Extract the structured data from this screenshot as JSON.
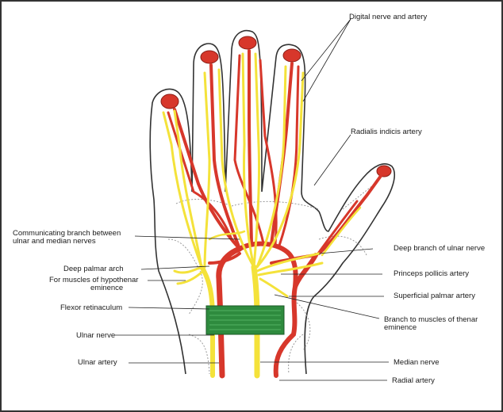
{
  "colors": {
    "outline": "#333333",
    "artery": "#d7372b",
    "artery_edge": "#8a1f17",
    "nerve": "#f4e23a",
    "nerve_edge": "#b59a10",
    "retinaculum": "#2e8b3e",
    "dotted": "#9a9a9a"
  },
  "labels": {
    "digital_nerve_artery": "Digital nerve and artery",
    "radialis_indicis": "Radialis indicis artery",
    "communicating_branch_1": "Communicating branch between",
    "communicating_branch_2": "ulnar and median nerves",
    "deep_branch_ulnar": "Deep branch of ulnar nerve",
    "deep_palmar_arch": "Deep palmar arch",
    "hypothenar_1": "For muscles of hypothenar",
    "hypothenar_2": "eminence",
    "princeps_pollicis": "Princeps pollicis artery",
    "superficial_palmar": "Superficial palmar artery",
    "flexor_retinaculum": "Flexor retinaculum",
    "thenar_1": "Branch to muscles of thenar",
    "thenar_2": "eminence",
    "ulnar_nerve": "Ulnar nerve",
    "ulnar_artery": "Ulnar artery",
    "median_nerve": "Median nerve",
    "radial_artery": "Radial artery"
  }
}
